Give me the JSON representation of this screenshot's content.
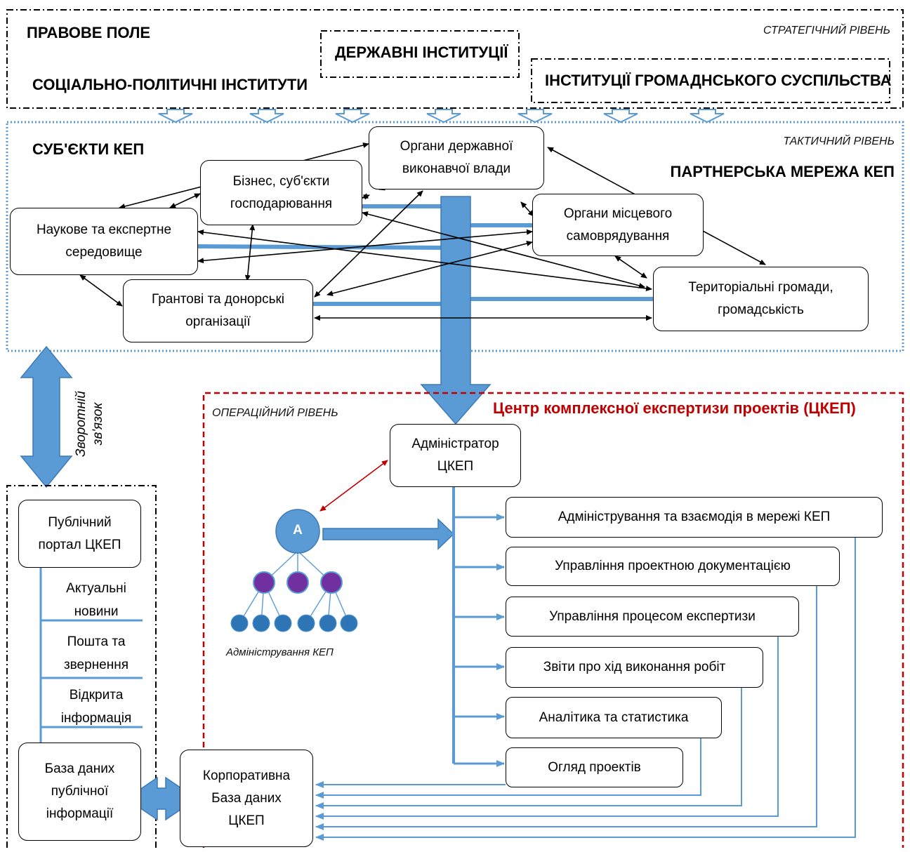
{
  "colors": {
    "arrow_blue": "#5b9bd5",
    "arrow_blue_dark": "#3d7ab8",
    "red_title": "#c00000",
    "red_arrow": "#c00000",
    "node_blue": "#5b9bd5",
    "node_purple": "#7030a0",
    "node_dark_blue": "#2e75b6",
    "dotted_blue": "#5b9bd5"
  },
  "strategic": {
    "level_tag": "СТРАТЕГІЧНИЙ РІВЕНЬ",
    "legal_field": "ПРАВОВЕ ПОЛЕ",
    "state_institutions": "ДЕРЖАВНІ ІНСТИТУЦІЇ",
    "socio_political": "СОЦІАЛЬНО-ПОЛІТИЧНІ ІНСТИТУТИ",
    "civil_society": "ІНСТИТУЦІЇ ГРОМАДНСЬКОГО СУСПІЛЬСТВА"
  },
  "tactical": {
    "level_tag": "ТАКТИЧНИЙ РІВЕНЬ",
    "subjects_title": "СУБ'ЄКТИ КЕП",
    "network_title": "ПАРТНЕРСЬКА МЕРЕЖА КЕП",
    "nodes": {
      "executive": "Органи державної\nвиконавчої влади",
      "business": "Бізнес, суб'єкти\nгосподарювання",
      "science": "Наукове та експертне\nсередовище",
      "local_gov": "Органи місцевого\nсамоврядування",
      "grants": "Грантові та донорські\nорганізації",
      "communities": "Територіальні громади,\nгромадськість"
    }
  },
  "operational": {
    "level_tag": "ОПЕРАЦІЙНИЙ РІВЕНЬ",
    "center_title": "Центр комплексної експертизи проектів (ЦКЕП)",
    "admin_box": "Адміністратор\nЦКЕП",
    "admin_node_letter": "А",
    "admin_caption": "Адміністрування КЕП",
    "modules": [
      "Адміністрування та взаємодія в мережі КЕП",
      "Управління проектною документацією",
      "Управління процесом експертизи",
      "Звіти про хід виконання робіт",
      "Аналітика та статистика",
      "Огляд проектів"
    ],
    "corporate_db": "Корпоративна\nБаза даних\nЦКЕП"
  },
  "feedback": {
    "label_line1": "Зворотній",
    "label_line2": "зв'язок"
  },
  "portal": {
    "title": "Публічний\nпортал ЦКЕП",
    "items": [
      "Актуальні\nновини",
      "Пошта та\nзвернення",
      "Відкрита\nінформація"
    ],
    "public_db": "База даних\nпублічної\nінформації"
  }
}
